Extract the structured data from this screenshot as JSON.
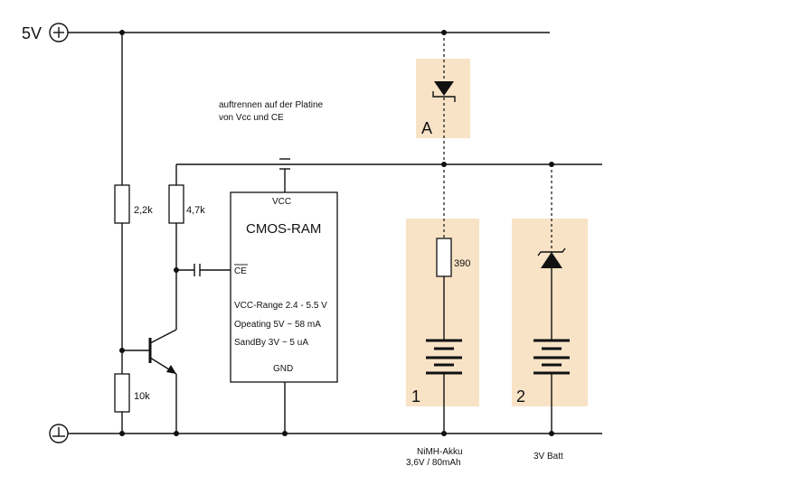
{
  "supply": {
    "label": "5V"
  },
  "annotation": {
    "line1": "auftrennen auf der Platine",
    "line2": "von Vcc und CE"
  },
  "resistors": {
    "r1": "2,2k",
    "r2": "4,7k",
    "r3": "10k",
    "r4": "390"
  },
  "chip": {
    "vcc_pin": "VCC",
    "title": "CMOS-RAM",
    "ce_pin": "CE",
    "range": "VCC-Range 2.4 - 5.5 V",
    "operating": "Opeating  5V ~ 58 mA",
    "standby": "SandBy  3V ~ 5 uA",
    "gnd_pin": "GND"
  },
  "regions": {
    "a": "A",
    "one": "1",
    "two": "2"
  },
  "batteries": {
    "nimh_line1": "NiMH-Akku",
    "nimh_line2": "3,6V / 80mAh",
    "batt3v": "3V Batt"
  },
  "colors": {
    "highlight": "#f8e3c6",
    "wire": "#111111"
  }
}
